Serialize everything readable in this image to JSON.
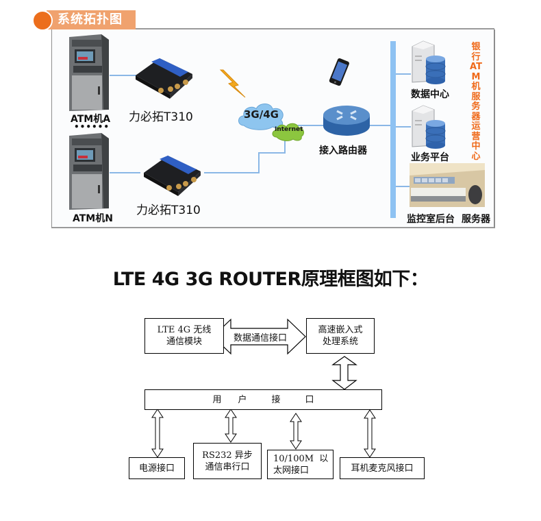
{
  "section_header": {
    "title": "系统拓扑图",
    "accent": "#ec6e1c",
    "tab_color": "#f0a26e"
  },
  "topology": {
    "atm_a": "ATM机A",
    "ellipsis": "••••••",
    "atm_n": "ATM机N",
    "router_a": "力必拓T310",
    "router_n": "力必拓T310",
    "cloud_3g4g": "3G/4G",
    "cloud_internet": "Internet",
    "access_router": "接入路由器",
    "data_center": "数据中心",
    "business_platform": "业务平台",
    "monitor_room": "监控室后台",
    "server": "服务器",
    "vertical_label": "银行ATM机服务器运营中心",
    "line_color": "#8ab7e6"
  },
  "block_diagram": {
    "title": "LTE 4G 3G ROUTER原理框图如下：",
    "lte_module": [
      "LTE 4G 无线",
      "通信模块"
    ],
    "data_interface": "数据通信接口",
    "embedded_system": [
      "高速嵌入式",
      "处理系统"
    ],
    "user_interface": [
      "用",
      "户",
      "接",
      "口"
    ],
    "power_port": "电源接口",
    "rs232": [
      "RS232 异步",
      "通信串行口"
    ],
    "ethernet": [
      "10/100M  以",
      "太网接口"
    ],
    "audio": "耳机麦克风接口"
  }
}
